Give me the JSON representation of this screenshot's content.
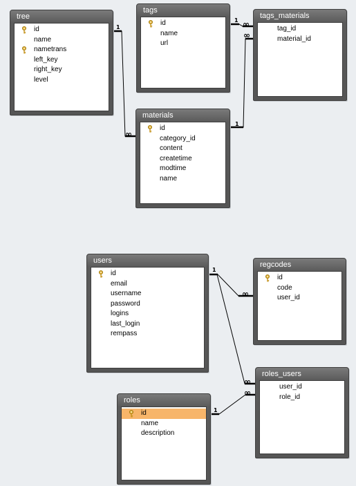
{
  "tables": {
    "tree": {
      "name": "tree",
      "fields": [
        {
          "name": "id",
          "key": true
        },
        {
          "name": "name",
          "key": false
        },
        {
          "name": "nametrans",
          "key": true
        },
        {
          "name": "left_key",
          "key": false
        },
        {
          "name": "right_key",
          "key": false
        },
        {
          "name": "level",
          "key": false
        }
      ]
    },
    "tags": {
      "name": "tags",
      "fields": [
        {
          "name": "id",
          "key": true
        },
        {
          "name": "name",
          "key": false
        },
        {
          "name": "url",
          "key": false
        }
      ]
    },
    "tags_materials": {
      "name": "tags_materials",
      "fields": [
        {
          "name": "tag_id",
          "key": false
        },
        {
          "name": "material_id",
          "key": false
        }
      ]
    },
    "materials": {
      "name": "materials",
      "fields": [
        {
          "name": "id",
          "key": true
        },
        {
          "name": "category_id",
          "key": false
        },
        {
          "name": "content",
          "key": false
        },
        {
          "name": "createtime",
          "key": false
        },
        {
          "name": "modtime",
          "key": false
        },
        {
          "name": "name",
          "key": false
        }
      ]
    },
    "users": {
      "name": "users",
      "fields": [
        {
          "name": "id",
          "key": true
        },
        {
          "name": "email",
          "key": false
        },
        {
          "name": "username",
          "key": false
        },
        {
          "name": "password",
          "key": false
        },
        {
          "name": "logins",
          "key": false
        },
        {
          "name": "last_login",
          "key": false
        },
        {
          "name": "rempass",
          "key": false
        }
      ]
    },
    "regcodes": {
      "name": "regcodes",
      "fields": [
        {
          "name": "id",
          "key": true
        },
        {
          "name": "code",
          "key": false
        },
        {
          "name": "user_id",
          "key": false
        }
      ]
    },
    "roles_users": {
      "name": "roles_users",
      "fields": [
        {
          "name": "user_id",
          "key": false
        },
        {
          "name": "role_id",
          "key": false
        }
      ]
    },
    "roles": {
      "name": "roles",
      "fields": [
        {
          "name": "id",
          "key": true,
          "selected": true
        },
        {
          "name": "name",
          "key": false
        },
        {
          "name": "description",
          "key": false
        }
      ]
    }
  },
  "relationships": [
    {
      "from": "tree",
      "to": "materials",
      "one": "1",
      "many": "∞"
    },
    {
      "from": "tags",
      "to": "tags_materials",
      "one": "1",
      "many": "∞"
    },
    {
      "from": "materials",
      "to": "tags_materials",
      "one": "1",
      "many": "∞"
    },
    {
      "from": "users",
      "to": "regcodes",
      "one": "1",
      "many": "∞"
    },
    {
      "from": "users",
      "to": "roles_users",
      "one": "1",
      "many": "∞"
    },
    {
      "from": "roles",
      "to": "roles_users",
      "one": "1",
      "many": "∞"
    }
  ],
  "colors": {
    "canvas": "#ebeef1",
    "title_bar": "#5b5b5b",
    "selected_row": "#f7b56a",
    "key_icon": "#d9a520"
  }
}
